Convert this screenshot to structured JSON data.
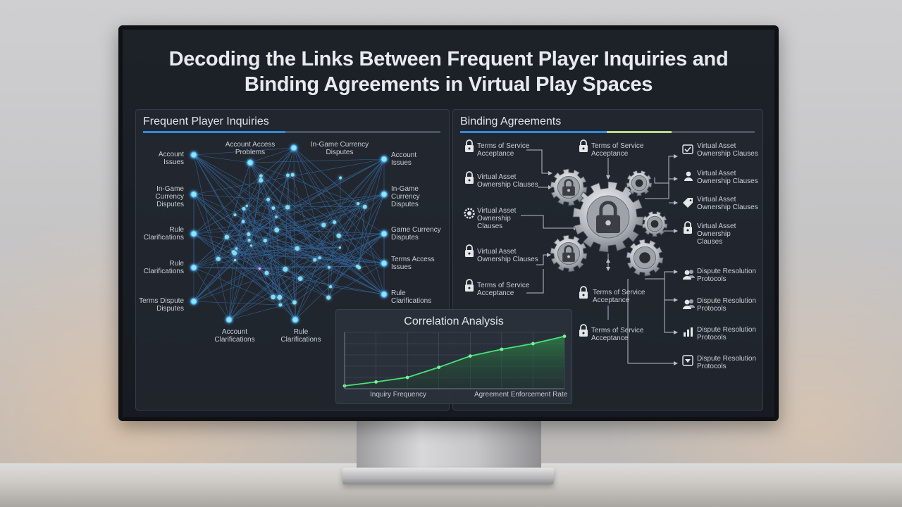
{
  "title": {
    "line1": "Decoding the Links Between Frequent Player Inquiries and",
    "line2": "Binding Agreements in Virtual Play Spaces"
  },
  "colors": {
    "accent_blue": "#2f8be0",
    "accent_green": "#b9d98a",
    "node_glow": "#5fd0ff",
    "chart_line": "#4be07a"
  },
  "left_panel": {
    "title": "Frequent Player Inquiries",
    "nodes": [
      {
        "label_l1": "Account",
        "label_l2": "Issues"
      },
      {
        "label_l1": "Account Access",
        "label_l2": "Problems"
      },
      {
        "label_l1": "In-Game Currency",
        "label_l2": "Disputes"
      },
      {
        "label_l1": "Account",
        "label_l2": "Issues"
      },
      {
        "label_l1": "In-Game",
        "label_l2": "Currency",
        "label_l3": "Disputes"
      },
      {
        "label_l1": "In-Game",
        "label_l2": "Currency",
        "label_l3": "Disputes"
      },
      {
        "label_l1": "Rule",
        "label_l2": "Clarifications"
      },
      {
        "label_l1": "Game Currency",
        "label_l2": "Disputes"
      },
      {
        "label_l1": "Rule",
        "label_l2": "Clarifications"
      },
      {
        "label_l1": "Terms Access",
        "label_l2": "Issues"
      },
      {
        "label_l1": "Terms Dispute",
        "label_l2": "Disputes"
      },
      {
        "label_l1": "Rule",
        "label_l2": "Clarifications"
      },
      {
        "label_l1": "Account",
        "label_l2": "Clarifications"
      },
      {
        "label_l1": "Rule",
        "label_l2": "Clarifications"
      }
    ]
  },
  "right_panel": {
    "title": "Binding Agreements",
    "left_items": [
      {
        "icon": "lock-icon",
        "l1": "Terms of Service",
        "l2": "Acceptance"
      },
      {
        "icon": "lock-icon",
        "l1": "Virtual Asset",
        "l2": "Ownership Clauses"
      },
      {
        "icon": "gear-icon",
        "l1": "Virtual Asset",
        "l2": "Ownership",
        "l3": "Clauses"
      },
      {
        "icon": "lock-icon",
        "l1": "Virtual Asset",
        "l2": "Ownership Clauses"
      },
      {
        "icon": "lock-icon",
        "l1": "Terms of Service",
        "l2": "Acceptance"
      }
    ],
    "center_items": [
      {
        "icon": "lock-icon",
        "l1": "Terms of Service",
        "l2": "Acceptance"
      },
      {
        "icon": "lock-icon",
        "l1": "Terms of Service",
        "l2": "Acceptance"
      },
      {
        "icon": "lock-icon",
        "l1": "Terms of Service",
        "l2": "Acceptance"
      }
    ],
    "right_items": [
      {
        "icon": "document-icon",
        "l1": "Virtual Asset",
        "l2": "Ownership Clauses"
      },
      {
        "icon": "user-icon",
        "l1": "Virtual Asset",
        "l2": "Ownership Clauses"
      },
      {
        "icon": "tag-icon",
        "l1": "Virtual Asset",
        "l2": "Ownership Clauses"
      },
      {
        "icon": "lock-icon",
        "l1": "Virtual Asset",
        "l2": "Ownership",
        "l3": "Clauses"
      },
      {
        "icon": "users-icon",
        "l1": "Dispute Resolution",
        "l2": "Protocols"
      },
      {
        "icon": "users-icon",
        "l1": "Dispute Resolution",
        "l2": "Protocols"
      },
      {
        "icon": "chart-icon",
        "l1": "Dispute Resolution",
        "l2": "Protocols"
      },
      {
        "icon": "checkbox-icon",
        "l1": "Dispute Resolution",
        "l2": "Protocols"
      }
    ]
  },
  "correlation": {
    "title": "Correlation Analysis",
    "xlabel_left": "Inquiry Frequency",
    "xlabel_right": "Agreement Enforcement Rate"
  },
  "chart_data": {
    "type": "area",
    "title": "Correlation Analysis",
    "xlabel": "Inquiry Frequency",
    "secondary_label": "Agreement Enforcement Rate",
    "x": [
      0,
      1,
      2,
      3,
      4,
      5,
      6,
      7
    ],
    "values": [
      0.05,
      0.12,
      0.2,
      0.38,
      0.58,
      0.7,
      0.8,
      0.93
    ],
    "ylim": [
      0,
      1
    ],
    "grid": true
  }
}
